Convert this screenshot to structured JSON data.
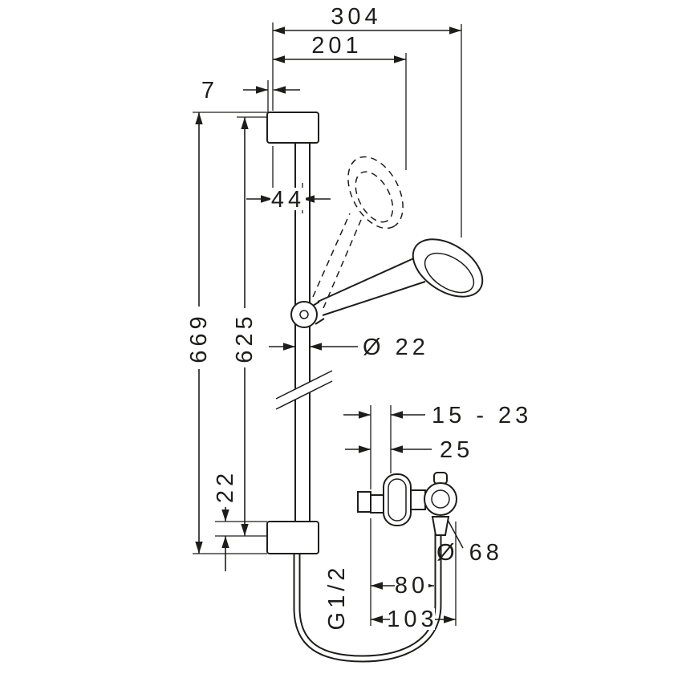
{
  "figure": {
    "type": "technical-dimension-drawing",
    "subject": "shower set with slide bar, hand shower and exposed mixer"
  },
  "colors": {
    "line": "#1d1d1b",
    "background": "#ffffff"
  },
  "dimensions": {
    "overall_width": "304",
    "width_to_raised_shower": "201",
    "bracket_offset": "7",
    "bar_to_wall": "44",
    "overall_height": "669",
    "bar_length": "625",
    "bar_diameter": "Ø 22",
    "bottom_bracket_offset": "22",
    "projection_range": "15 - 23",
    "escutcheon_depth": "25",
    "handle_diameter": "Ø 68",
    "thread": "G1/2",
    "outlet_distance": "80",
    "outlet_distance_outer": "103"
  }
}
